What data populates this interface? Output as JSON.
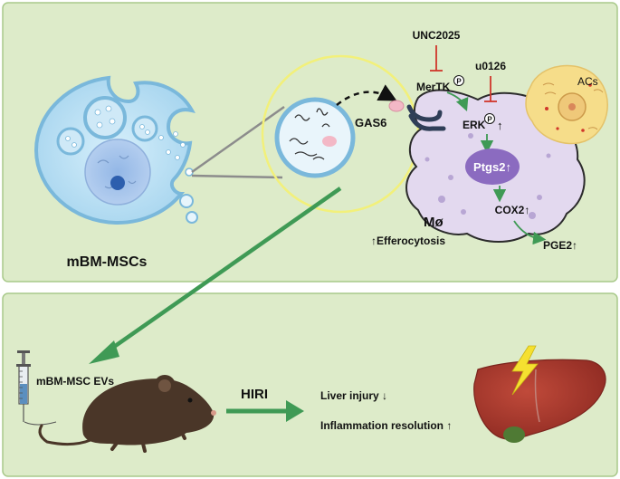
{
  "top_panel": {
    "cell_label": "mBM-MSCs",
    "inhibitor_1": "UNC2025",
    "inhibitor_2": "u0126",
    "ligand": "GAS6",
    "receptor": "MerTK",
    "phospho_mark": "P",
    "kinase": "ERK",
    "up_arrow": "↑",
    "enzyme": "Ptgs2↑",
    "product_1": "COX2↑",
    "product_2": "PGE2↑",
    "apoptotic_cells": "ACs",
    "macrophage": "Mø",
    "efferocytosis": "↑Efferocytosis"
  },
  "bottom_panel": {
    "ev_label": "mBM-MSC EVs",
    "model": "HIRI",
    "outcome_1": "Liver injury ↓",
    "outcome_2": "Inflammation resolution ↑"
  },
  "colors": {
    "panel_bg": "#ddebc9",
    "panel_border": "#a8c98a",
    "msc_cell": "#b5dcf1",
    "macrophage": "#e3d9ef",
    "ptgs2": "#8b6bc0",
    "signal_arrow": "#3f9a55",
    "inhibitor": "#d0362a",
    "zoom_circle": "#f2f07a",
    "apoptotic_cell": "#f6dd8a",
    "mouse": "#4a3628",
    "liver": "#a6362c"
  }
}
